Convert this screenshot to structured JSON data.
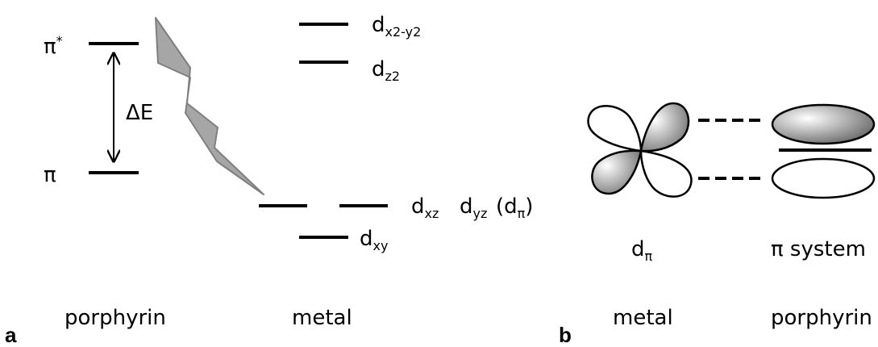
{
  "panel_a": {
    "letter": "a",
    "pi_star": "π",
    "pi_star_sup": "*",
    "pi": "π",
    "delta_e": "ΔE",
    "d_x2y2_base": "d",
    "d_x2y2_sub": "x2-y2",
    "d_z2_base": "d",
    "d_z2_sub": "z2",
    "d_xz_base": "d",
    "d_xz_sub": "xz",
    "d_yz_base": "d",
    "d_yz_sub": "yz",
    "d_pi_open": "(d",
    "d_pi_sub": "π",
    "d_pi_close": ")",
    "d_xy_base": "d",
    "d_xy_sub": "xy",
    "bottom_left": "porphyrin",
    "bottom_right": "metal"
  },
  "panel_b": {
    "letter": "b",
    "d_pi_base": "d",
    "d_pi_sub": "π",
    "pi_system": "π system",
    "bottom_left": "metal",
    "bottom_right": "porphyrin"
  },
  "colors": {
    "line": "#000000",
    "bolt_fill": "#a6a6a6",
    "bolt_stroke": "#7f7f7f",
    "lobe_light": "#ffffff",
    "lobe_dark": "#6e6e6e"
  }
}
